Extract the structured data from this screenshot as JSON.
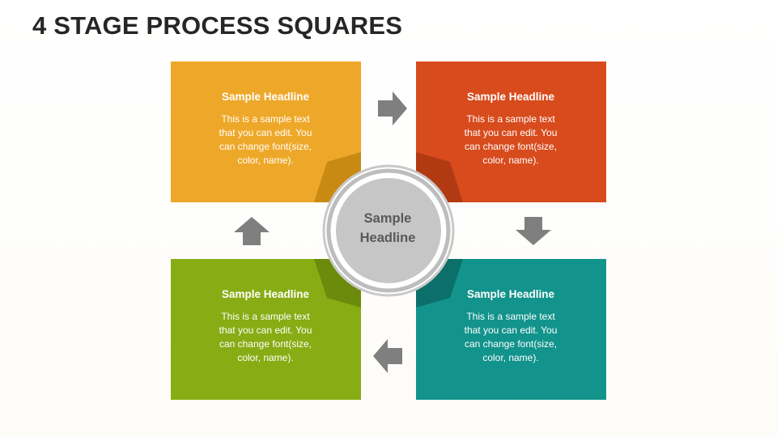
{
  "title": "4 STAGE PROCESS SQUARES",
  "center": {
    "headline": "Sample Headline"
  },
  "stages": [
    {
      "headline": "Sample Headline",
      "body": "This is a sample text that you can edit. You can change font(size, color, name).",
      "color": "#eea829"
    },
    {
      "headline": "Sample Headline",
      "body": "This is a sample text that you can edit. You can change font(size, color, name).",
      "color": "#d84b1d"
    },
    {
      "headline": "Sample Headline",
      "body": "This is a sample text that you can edit. You can change font(size, color, name).",
      "color": "#88ac14"
    },
    {
      "headline": "Sample Headline",
      "body": "This is a sample text that you can edit. You can change font(size, color, name).",
      "color": "#12938b"
    }
  ],
  "colors": {
    "arrow": "#7f7f7f",
    "ring": "#bfbfbf",
    "circle": "#c6c6c6",
    "center_text": "#595959"
  },
  "icons": [
    "arrow-right-icon",
    "arrow-down-icon",
    "arrow-left-icon",
    "arrow-up-icon"
  ]
}
